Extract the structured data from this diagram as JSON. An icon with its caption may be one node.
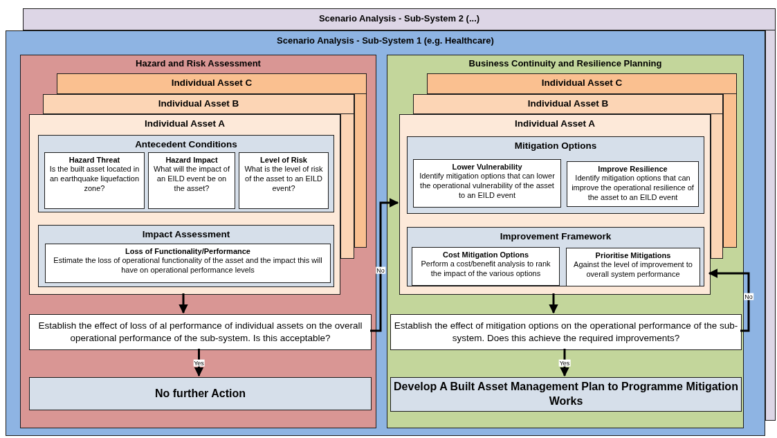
{
  "diagram": {
    "nodes": [
      {
        "text": [
          "Scenario Analysis - Sub-System 2 (...)"
        ]
      },
      {
        "text": [
          "Scenario Analysis - Sub-System 1 (e.g. Healthcare)"
        ]
      },
      {
        "text": [
          "Hazard and Risk Assessment"
        ],
        "in": 1
      },
      {
        "text": [
          "Individual Asset C"
        ],
        "in": 2
      },
      {
        "text": [
          "Individual Asset B"
        ],
        "in": 2
      },
      {
        "text": [
          "Individual Asset A"
        ],
        "in": 2
      },
      {
        "text": [
          "Antecedent Conditions"
        ],
        "in": 5
      },
      {
        "text": [
          "Hazard Threat",
          "Is the built asset located in an earthquake liquefaction zone?"
        ],
        "in": 6
      },
      {
        "text": [
          "Hazard Impact",
          "What will the impact of an EILD event be on the asset?"
        ],
        "in": 6
      },
      {
        "text": [
          "Level of Risk",
          "What is the level of risk of the asset to an EILD event?"
        ],
        "in": 6
      },
      {
        "text": [
          "Impact Assessment"
        ],
        "in": 5
      },
      {
        "text": [
          "Loss of Functionality/Performance",
          "Estimate the loss of operational functionality of the asset and the impact this will have on operational performance levels"
        ],
        "in": 10
      },
      {
        "text": [
          "Establish the effect of loss of al  performance of individual assets on the overall operational performance of the sub-system. Is this acceptable?"
        ],
        "in": 2
      },
      {
        "text": [
          "No further Action"
        ],
        "in": 2
      },
      {
        "text": [
          "Business Continuity and Resilience Planning"
        ],
        "in": 1
      },
      {
        "text": [
          "Individual Asset C"
        ],
        "in": 14
      },
      {
        "text": [
          "Individual Asset B"
        ],
        "in": 14
      },
      {
        "text": [
          "Individual Asset A"
        ],
        "in": 14
      },
      {
        "text": [
          "Mitigation Options"
        ],
        "in": 17
      },
      {
        "text": [
          "Lower Vulnerability",
          "Identify mitigation options that can lower the operational vulnerability of the asset to an EILD event"
        ],
        "in": 18
      },
      {
        "text": [
          "Improve Resilience",
          "Identify mitigation options that can improve the operational resilience of the asset to an EILD event"
        ],
        "in": 18
      },
      {
        "text": [
          "Improvement Framework"
        ],
        "in": 17
      },
      {
        "text": [
          "Cost Mitigation Options",
          "Perform a cost/benefit analysis to rank the impact of the various options"
        ],
        "in": 21
      },
      {
        "text": [
          "Prioritise Mitigations",
          "Against the level of improvement to overall system performance"
        ],
        "in": 21
      },
      {
        "text": [
          "Establish the effect of mitigation options on the operational performance of the sub-system. Does this achieve the required improvements?"
        ],
        "in": 14
      },
      {
        "text": [
          "Develop A Built Asset Management Plan to Programme Mitigation Works"
        ],
        "in": 14
      },
      {
        "text": [],
        "shape": "box"
      },
      {
        "text": [],
        "shape": "box",
        "in": 2
      },
      {
        "text": [],
        "shape": "box",
        "in": 2
      },
      {
        "text": [],
        "shape": "box",
        "in": 14
      },
      {
        "text": [],
        "shape": "box",
        "in": 14
      }
    ],
    "edges": [
      {
        "from": 5,
        "to": 12,
        "arrow": "to"
      },
      {
        "from": 12,
        "to": 13,
        "arrow": "to",
        "label": "Yes"
      },
      {
        "from": 12,
        "to": 17,
        "arrow": "to",
        "label": "No"
      },
      {
        "from": 17,
        "to": 24,
        "arrow": "to"
      },
      {
        "from": 24,
        "to": 25,
        "arrow": "to",
        "label": "Yes"
      },
      {
        "from": 24,
        "to": 17,
        "arrow": "to",
        "label": "No"
      }
    ]
  }
}
